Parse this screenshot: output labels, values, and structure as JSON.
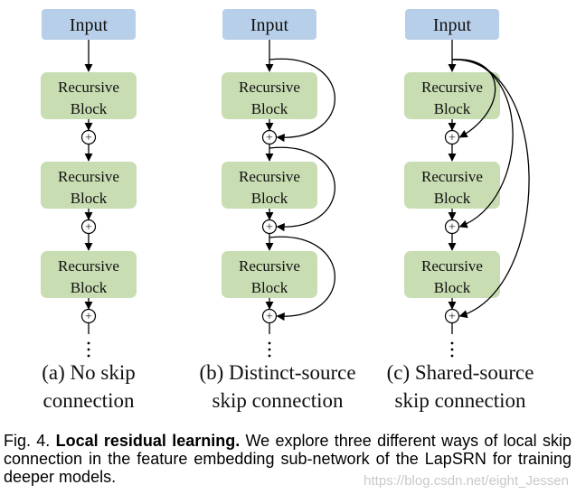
{
  "diagrams": [
    {
      "input_label": "Input",
      "block_lines": [
        "Recursive",
        "Block"
      ],
      "caption_lines": [
        "(a) No skip",
        "connection"
      ],
      "skip": "none"
    },
    {
      "input_label": "Input",
      "block_lines": [
        "Recursive",
        "Block"
      ],
      "caption_lines": [
        "(b) Distinct-source",
        "skip connection"
      ],
      "skip": "distinct"
    },
    {
      "input_label": "Input",
      "block_lines": [
        "Recursive",
        "Block"
      ],
      "caption_lines": [
        "(c) Shared-source",
        "skip connection"
      ],
      "skip": "shared"
    }
  ],
  "plus_symbol": "+",
  "ellipsis": "⋮",
  "colors": {
    "input_fill": "#b8cfe9",
    "block_fill": "#c8ddb2",
    "line": "#000000"
  },
  "figure_caption": {
    "prefix": "Fig. 4.",
    "bold": "Local residual learning.",
    "text": "We explore three different ways of local skip connection in the feature embedding sub-network of the LapSRN for training deeper models."
  },
  "watermark": "https://blog.csdn.net/eight_Jessen"
}
